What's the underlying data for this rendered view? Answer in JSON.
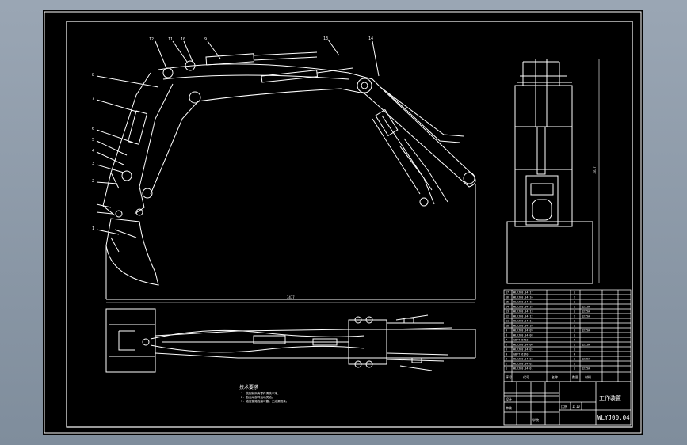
{
  "drawing": {
    "part_labels": [
      "12",
      "11",
      "10",
      "9",
      "8",
      "7",
      "6",
      "5",
      "4",
      "3",
      "2",
      "1",
      "13",
      "14"
    ],
    "front_view_dimension": "3477",
    "side_view_dimension": "1877",
    "technical_requirements": {
      "title": "技术要求",
      "lines": [
        "1. 装配前所有零件清洗干净。",
        "2. 各运动部件运动灵活。",
        "3. 液压管路连接可靠，无渗漏现象。"
      ]
    },
    "parts_list": [
      {
        "no": "17",
        "code": "WLYJ00.04-17",
        "qty": "1",
        "material": ""
      },
      {
        "no": "16",
        "code": "WLYJ00.04-16",
        "qty": "2",
        "material": ""
      },
      {
        "no": "15",
        "code": "WLYJ00.04-15",
        "qty": "1",
        "material": ""
      },
      {
        "no": "14",
        "code": "WLYJ00.04-14",
        "qty": "1",
        "material": "Q235A"
      },
      {
        "no": "13",
        "code": "WLYJ00.04-13",
        "qty": "1",
        "material": "Q235A"
      },
      {
        "no": "12",
        "code": "WLYJ00.04-12",
        "qty": "2",
        "material": "Q235A"
      },
      {
        "no": "11",
        "code": "WLYJ00.04-11",
        "qty": "1",
        "material": ""
      },
      {
        "no": "10",
        "code": "WLYJ00.04-10",
        "qty": "1",
        "material": ""
      },
      {
        "no": "9",
        "code": "WLYJ00.04-09",
        "qty": "1",
        "material": "Q235A"
      },
      {
        "no": "8",
        "code": "WLYJ00.04-08",
        "qty": "1",
        "material": ""
      },
      {
        "no": "7",
        "code": "GB/T 5783",
        "qty": "4",
        "material": ""
      },
      {
        "no": "6",
        "code": "WLYJ00.04-06",
        "qty": "1",
        "material": "Q235A"
      },
      {
        "no": "5",
        "code": "WLYJ00.04-05",
        "qty": "1",
        "material": ""
      },
      {
        "no": "4",
        "code": "GB/T 6170",
        "qty": "4",
        "material": ""
      },
      {
        "no": "3",
        "code": "WLYJ00.04-03",
        "qty": "1",
        "material": "Q235A"
      },
      {
        "no": "2",
        "code": "WLYJ00.04-02",
        "qty": "1",
        "material": ""
      },
      {
        "no": "1",
        "code": "WLYJ00.04-01",
        "qty": "1",
        "material": "Q235A"
      }
    ],
    "parts_header": {
      "no": "序号",
      "code": "代号",
      "name": "名称",
      "qty": "数量",
      "material": "材料"
    },
    "title_block": {
      "drawing_name": "工作装置",
      "drawing_number": "WLYJ00.04",
      "school": "学院",
      "designer_label": "设计",
      "checker_label": "审核",
      "scale_label": "比例",
      "scale": "1:10"
    }
  },
  "colors": {
    "sheet_background": "#000000",
    "line": "#ffffff",
    "frame": "#ffffff",
    "page_background": "#8a97a6"
  }
}
